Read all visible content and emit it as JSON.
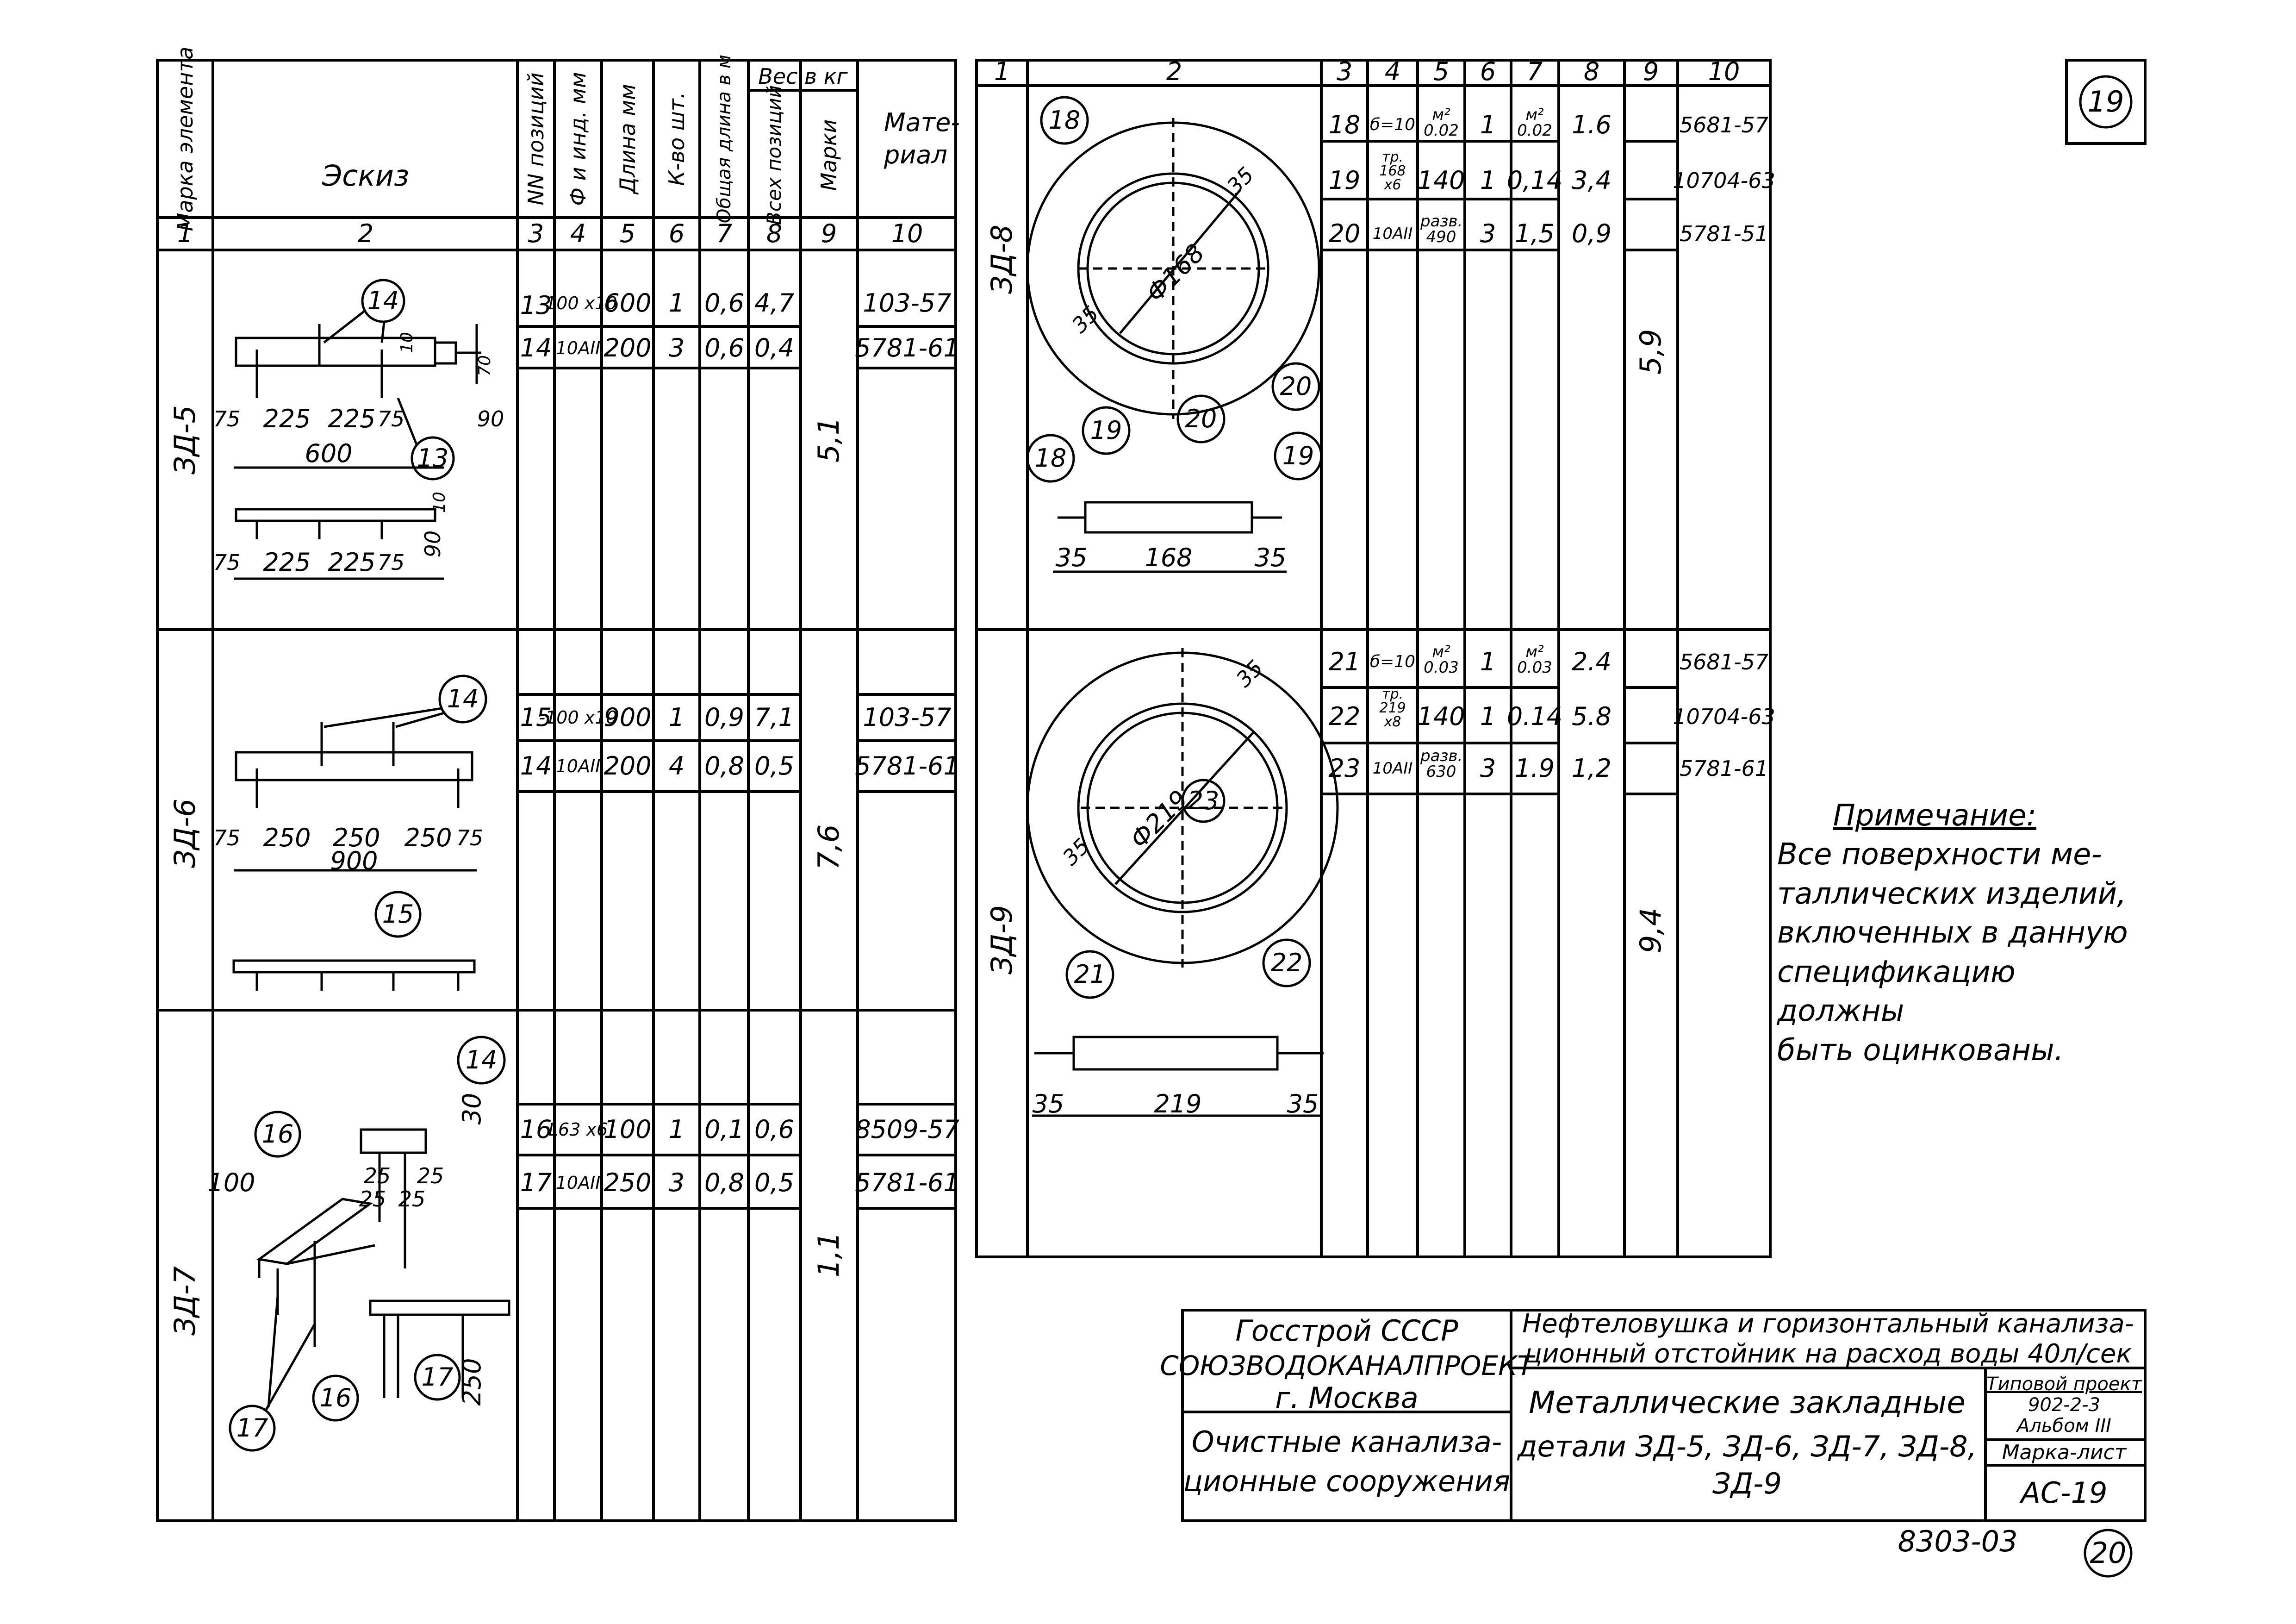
{
  "sheet_number_top": "19",
  "sheet_number_bottom": "20",
  "doc_code": "8303-03",
  "left_table": {
    "headers": {
      "marka": "Марка элемента",
      "eskiz": "Эскиз",
      "pos": "NN позиций",
      "diam": "Ф и инд. мм",
      "len": "Длина мм",
      "qty": "К-во шт.",
      "total_len": "Общая длина в м",
      "weight": "Вес в кг",
      "w_all": "Всех позиций",
      "w_mark": "Марки",
      "mat": "Мате-риал"
    },
    "col_numbers": [
      "1",
      "2",
      "3",
      "4",
      "5",
      "6",
      "7",
      "8",
      "9",
      "10"
    ],
    "rows": [
      {
        "pos": "13",
        "diam": "-100 x10",
        "len": "600",
        "qty": "1",
        "total": "0,6",
        "w": "4,7",
        "mat": "103-57"
      },
      {
        "pos": "14",
        "diam": "10АII",
        "len": "200",
        "qty": "3",
        "total": "0,6",
        "w": "0,4",
        "mat": "5781-61"
      },
      {
        "pos": "15",
        "diam": "-100 x10",
        "len": "900",
        "qty": "1",
        "total": "0,9",
        "w": "7,1",
        "mat": "103-57"
      },
      {
        "pos": "14",
        "diam": "10АII",
        "len": "200",
        "qty": "4",
        "total": "0,8",
        "w": "0,5",
        "mat": "5781-61"
      },
      {
        "pos": "16",
        "diam": "L63 x6",
        "len": "100",
        "qty": "1",
        "total": "0,1",
        "w": "0,6",
        "mat": "8509-57"
      },
      {
        "pos": "17",
        "diam": "10АII",
        "len": "250",
        "qty": "3",
        "total": "0,8",
        "w": "0,5",
        "mat": "5781-61"
      }
    ],
    "marks": [
      {
        "name": "ЗД-5",
        "weight": "5,1"
      },
      {
        "name": "ЗД-6",
        "weight": "7,6"
      },
      {
        "name": "ЗД-7",
        "weight": "1,1"
      }
    ]
  },
  "right_table": {
    "col_numbers": [
      "1",
      "2",
      "3",
      "4",
      "5",
      "6",
      "7",
      "8",
      "9",
      "10"
    ],
    "rows": [
      {
        "pos": "18",
        "diam": "б=10",
        "len": "м² 0.02",
        "qty": "1",
        "total": "м² 0.02",
        "w": "1.6",
        "mat": "5681-57"
      },
      {
        "pos": "19",
        "diam": "тр. 168 x6",
        "len": "140",
        "qty": "1",
        "total": "0,14",
        "w": "3,4",
        "mat": "10704-63"
      },
      {
        "pos": "20",
        "diam": "10АII",
        "len": "разв. 490",
        "qty": "3",
        "total": "1,5",
        "w": "0,9",
        "mat": "5781-51"
      },
      {
        "pos": "21",
        "diam": "б=10",
        "len": "м² 0.03",
        "qty": "1",
        "total": "м² 0.03",
        "w": "2.4",
        "mat": "5681-57"
      },
      {
        "pos": "22",
        "diam": "тр. 219 x8",
        "len": "140",
        "qty": "1",
        "total": "0.14",
        "w": "5.8",
        "mat": "10704-63"
      },
      {
        "pos": "23",
        "diam": "10АII",
        "len": "разв. 630",
        "qty": "3",
        "total": "1.9",
        "w": "1,2",
        "mat": "5781-61"
      }
    ],
    "marks": [
      {
        "name": "ЗД-8",
        "weight": "5,9"
      },
      {
        "name": "ЗД-9",
        "weight": "9,4"
      }
    ]
  },
  "sketch": {
    "zd5": {
      "d1": "75",
      "d2": "225",
      "d3": "225",
      "d4": "75",
      "total": "600",
      "side1": "10",
      "side2": "70",
      "side3": "90",
      "dim_b": "75",
      "dim_c": "225",
      "dim_d": "225",
      "dim_e": "75",
      "side4": "10",
      "side5": "90",
      "callout_a": "14",
      "callout_b": "13"
    },
    "zd6": {
      "d1": "75",
      "d2": "250",
      "d3": "250",
      "d4": "250",
      "d5": "75",
      "total": "900",
      "callout_a": "14",
      "callout_b": "15"
    },
    "zd7": {
      "w": "100",
      "h": "30",
      "a": "25",
      "b": "25",
      "c": "25",
      "d": "25",
      "depth": "250",
      "callouts": [
        "14",
        "16",
        "17",
        "16",
        "17"
      ]
    },
    "zd8": {
      "diam": "Ф168",
      "edge": "35",
      "edge2": "35",
      "len_a": "35",
      "len_b": "168",
      "len_c": "35",
      "callouts": [
        "18",
        "19",
        "20",
        "18",
        "19",
        "20"
      ]
    },
    "zd9": {
      "diam": "Ф219",
      "edge": "35",
      "edge2": "35",
      "len_a": "35",
      "len_b": "219",
      "len_c": "35",
      "callouts": [
        "23",
        "21",
        "22"
      ]
    }
  },
  "note": {
    "title": "Примечание:",
    "lines": [
      "Все поверхности ме-",
      "таллических изделий,",
      "включенных в данную",
      "спецификацию должны",
      "быть оцинкованы."
    ]
  },
  "title_block": {
    "org1": "Госстрой СССР",
    "org2": "СОЮЗВОДОКАНАЛПРОЕКТ",
    "org3": "г. Москва",
    "sub1": "Очистные канализа-",
    "sub2": "ционные сооружения",
    "proj1": "Нефтеловушка и горизонтальный канализа-",
    "proj2": "ционный отстойник на расход воды 40л/сек",
    "name1": "Металлические закладные",
    "name2": "детали ЗД-5, ЗД-6, ЗД-7, ЗД-8,",
    "name3": "ЗД-9",
    "type_proj_label": "Типовой проект",
    "type_proj_value": "902-2-3",
    "album": "Альбом III",
    "mark_sheet_label": "Марка-лист",
    "mark_sheet_value": "АС-19"
  }
}
